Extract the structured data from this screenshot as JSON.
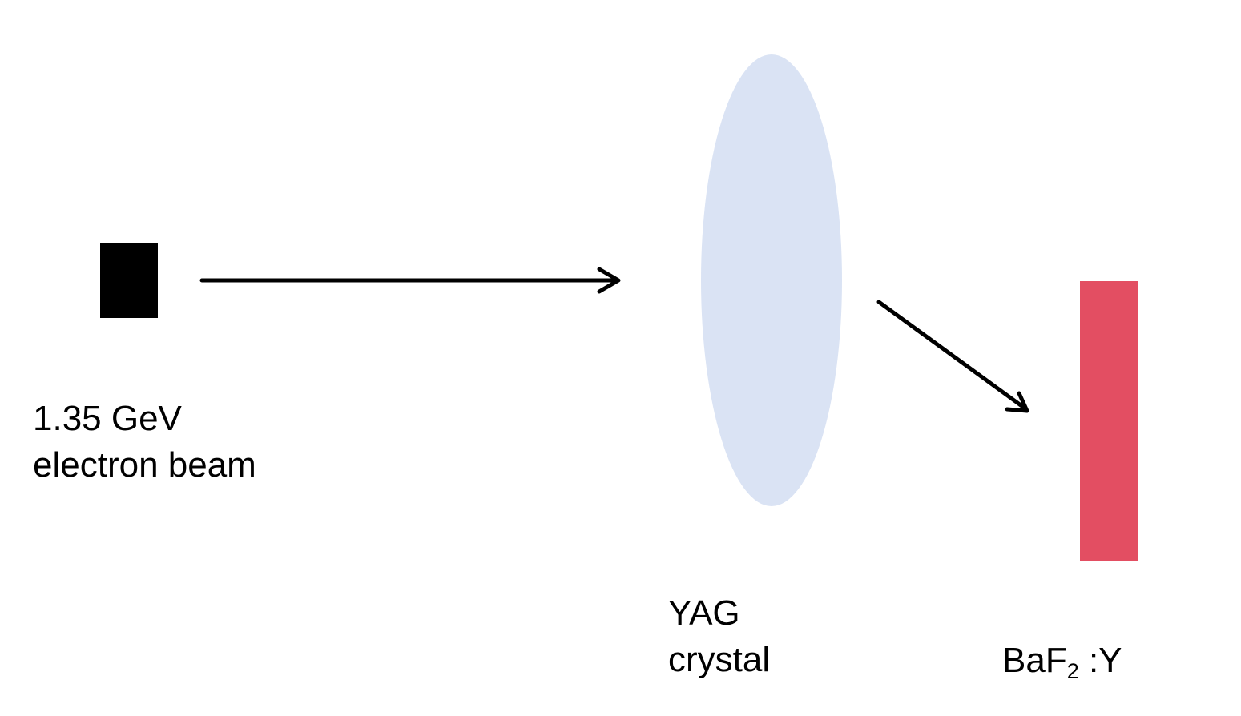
{
  "colors": {
    "background": "#ffffff",
    "source_block": "#000000",
    "crystal": "#dae3f4",
    "detector": "#e34e62",
    "arrow": "#000000"
  },
  "labels": {
    "source_line1": "1.35 GeV",
    "source_line2": "electron beam",
    "crystal_line1": "YAG",
    "crystal_line2": "crystal",
    "detector_main": "BaF",
    "detector_sub": "2",
    "detector_suffix": " :Y"
  }
}
